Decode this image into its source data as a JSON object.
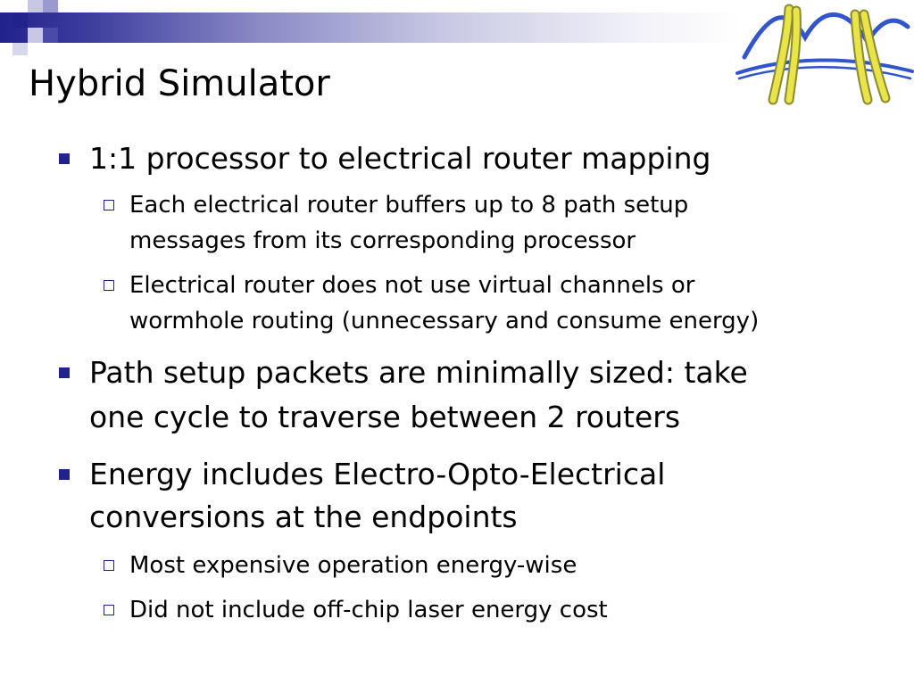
{
  "slide": {
    "title": "Hybrid Simulator",
    "logo": "bridge-logo",
    "bullets": [
      {
        "text": "1:1 processor to electrical router mapping",
        "sub": [
          {
            "lines": [
              "Each electrical router buffers up to 8 path setup",
              "messages from its corresponding processor"
            ]
          },
          {
            "lines": [
              "Electrical router does not use virtual channels or",
              "wormhole routing (unnecessary and consume energy)"
            ]
          }
        ]
      },
      {
        "lines": [
          "Path setup packets are minimally sized: take",
          "one cycle to traverse between 2 routers"
        ]
      },
      {
        "lines": [
          "Energy includes Electro-Opto-Electrical",
          "conversions at the endpoints"
        ],
        "sub": [
          {
            "lines": [
              "Most expensive operation energy-wise"
            ]
          },
          {
            "lines": [
              "Did not include off-chip laser energy cost"
            ]
          }
        ]
      }
    ],
    "colors": {
      "accent": "#22228c",
      "logo_blue": "#3355cc",
      "logo_yellow": "#e8e44a"
    }
  }
}
